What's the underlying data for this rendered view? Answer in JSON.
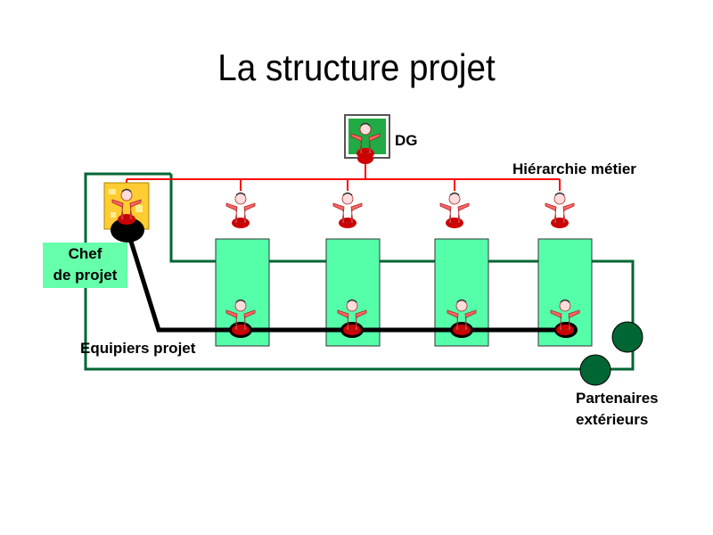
{
  "title": "La structure projet",
  "labels": {
    "dg": "DG",
    "hierarchie": "Hiérarchie métier",
    "chef_line1": "Chef",
    "chef_line2": "de projet",
    "equipiers": "Equipiers projet",
    "partenaires_line1": "Partenaires",
    "partenaires_line2": "extérieurs"
  },
  "colors": {
    "red_line": "#ff0000",
    "green_line": "#006633",
    "column_fill": "#55ffaa",
    "person": "#ff6666",
    "partner": "#006633"
  },
  "columns": [
    "colonne-1",
    "colonne-2",
    "colonne-3",
    "colonne-4"
  ]
}
